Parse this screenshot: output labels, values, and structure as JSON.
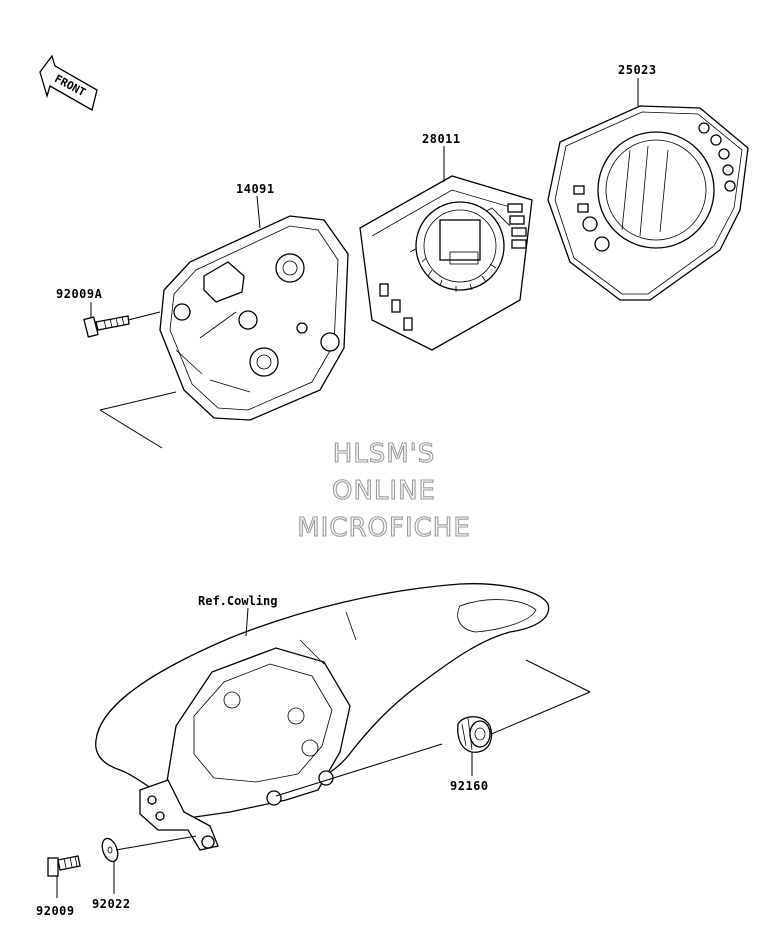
{
  "direction": {
    "label": "FRONT"
  },
  "parts": [
    {
      "id": "p25023",
      "number": "25023"
    },
    {
      "id": "p28011",
      "number": "28011"
    },
    {
      "id": "p14091",
      "number": "14091"
    },
    {
      "id": "p92009A",
      "number": "92009A"
    },
    {
      "id": "p92160",
      "number": "92160"
    },
    {
      "id": "p92022",
      "number": "92022"
    },
    {
      "id": "p92009",
      "number": "92009"
    }
  ],
  "reference": {
    "label": "Ref.Cowling"
  },
  "watermark": {
    "line1": "HLSM'S",
    "line2": "ONLINE",
    "line3": "MICROFICHE"
  },
  "colors": {
    "ink": "#000000",
    "watermark_outline": "#9a9a9a",
    "background": "#ffffff"
  }
}
